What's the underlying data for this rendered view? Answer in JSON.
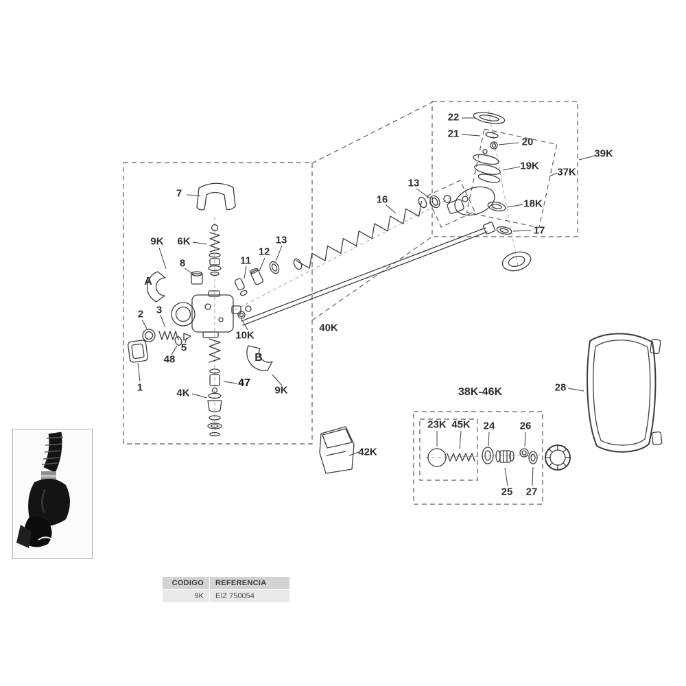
{
  "labels": {
    "l22": "22",
    "l21": "21",
    "l20": "20",
    "l19k": "19K",
    "l13a": "13",
    "l16": "16",
    "l18k": "18K",
    "l17": "17",
    "l37k": "37K",
    "l39k": "39K",
    "l7": "7",
    "l9k_a": "9K",
    "l6k": "6K",
    "l8": "8",
    "l11": "11",
    "l12": "12",
    "l13b": "13",
    "lA": "A",
    "l2": "2",
    "l3": "3",
    "l48": "48",
    "l5": "5",
    "l1": "1",
    "l4k": "4K",
    "l47": "47",
    "l10k": "10K",
    "lB": "B",
    "l9k_b": "9K",
    "l40k": "40K",
    "l42k": "42K",
    "l28": "28",
    "l38k46k": "38K-46K",
    "l23k": "23K",
    "l45k": "45K",
    "l24": "24",
    "l26": "26",
    "l25": "25",
    "l27": "27"
  },
  "table": {
    "header_codigo": "CODIGO",
    "header_referencia": "REFERENCIA",
    "value_codigo": "9K",
    "value_referencia": "EIZ 750054"
  }
}
